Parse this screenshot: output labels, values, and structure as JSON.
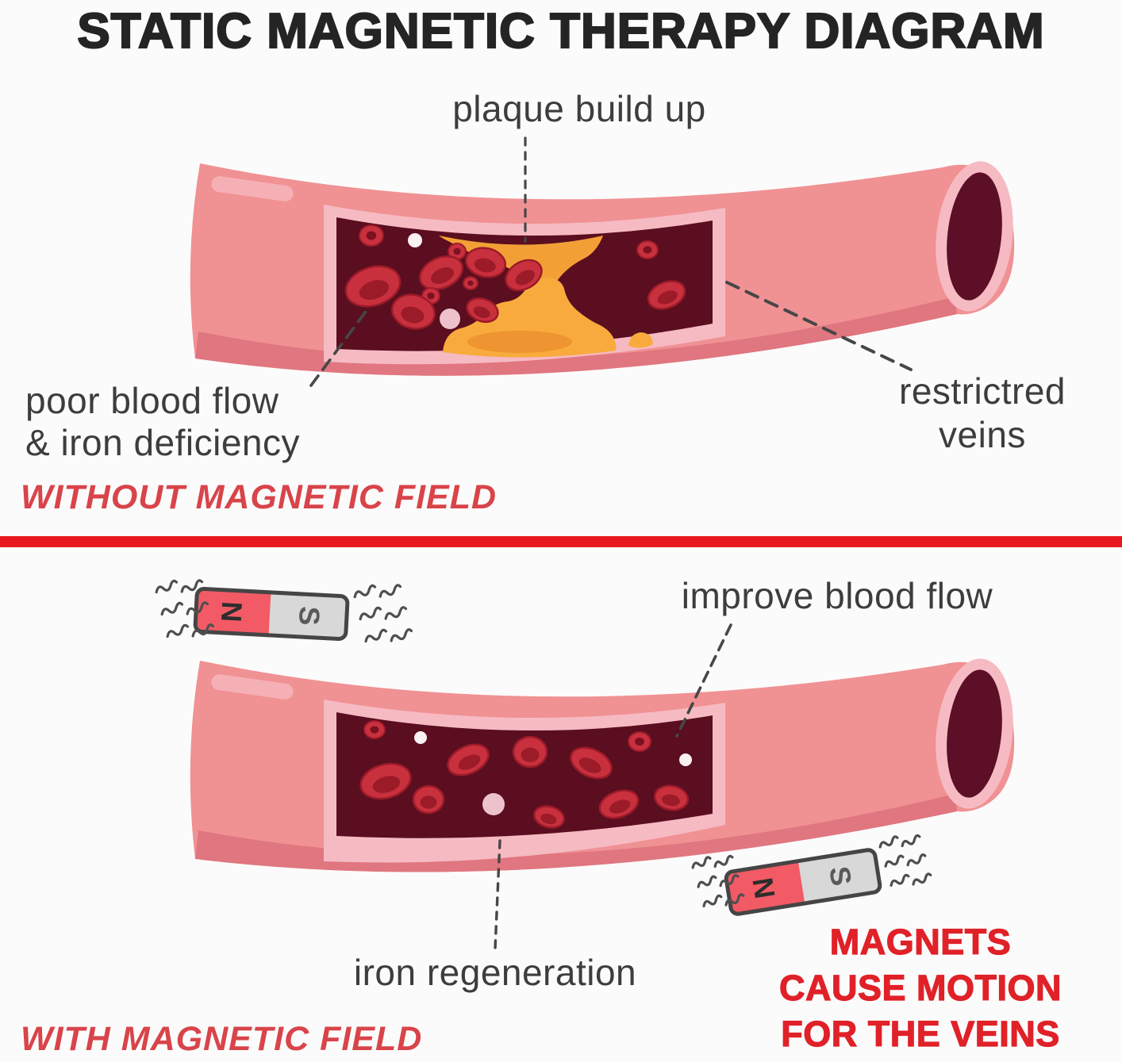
{
  "title": "STATIC MAGNETIC THERAPY DIAGRAM",
  "without_section": {
    "plaque_label": "plaque build up",
    "poor_flow_line1": "poor blood flow",
    "poor_flow_line2": "& iron deficiency",
    "restricted_line1": "restrictred",
    "restricted_line2": "veins",
    "caption": "WITHOUT MAGNETIC FIELD"
  },
  "with_section": {
    "improve_label": "improve blood flow",
    "iron_label": "iron regeneration",
    "note_line1": "MAGNETS",
    "note_line2": "CAUSE MOTION",
    "note_line3": "FOR THE VEINS",
    "caption": "WITH MAGNETIC FIELD",
    "magnet": {
      "north": "N",
      "south": "S"
    }
  },
  "colors": {
    "vessel": "#f09193",
    "vessel_shade": "#e0767f",
    "vessel_highlight": "#f5b0b5",
    "window_rim": "#f6bac3",
    "window_interior": "#5a0e1f",
    "blood_cell": "#c9303e",
    "plaque": "#f6a83c",
    "magnet_north": "#f25a65",
    "magnet_south": "#d8d8d8",
    "accent_red": "#e02128",
    "caption_red": "#d8444a",
    "divider_red": "#e8181e",
    "text_dark": "#3d3d3d"
  }
}
